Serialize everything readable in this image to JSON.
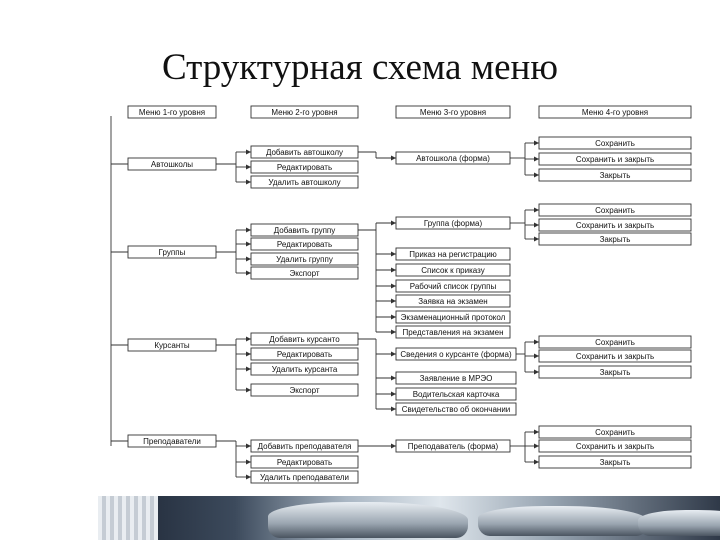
{
  "title": "Структурная схема меню",
  "headers": [
    "Меню 1-го уровня",
    "Меню 2-го уровня",
    "Меню 3-го уровня",
    "Меню 4-го уровня"
  ],
  "level1": [
    "Автошколы",
    "Группы",
    "Курсанты",
    "Преподаватели"
  ],
  "level2": {
    "autoschools": [
      "Добавить автошколу",
      "Редактировать",
      "Удалить автошколу"
    ],
    "groups": [
      "Добавить группу",
      "Редактировать",
      "Удалить группу",
      "Экспорт"
    ],
    "students": [
      "Добавить курсанто",
      "Редактировать",
      "Удалить курсанта",
      "Экспорт"
    ],
    "teachers": [
      "Добавить преподавателя",
      "Редактировать",
      "Удалить преподаватели"
    ]
  },
  "level3": {
    "autoschools": [
      "Автошкола (форма)"
    ],
    "groups": [
      "Группа (форма)",
      "Приказ на регистрацию",
      "Список к приказу",
      "Рабочий список группы",
      "Заявка на экзамен",
      "Экзаменационный протокол",
      "Представления на экзамен"
    ],
    "students": [
      "Сведения о курсанте (форма)",
      "Заявление в МРЭО",
      "Водительская карточка",
      "Свидетельство об окончании"
    ],
    "teachers": [
      "Преподаватель (форма)"
    ]
  },
  "level4": {
    "autoschools": [
      "Сохранить",
      "Сохранить и закрыть",
      "Закрыть"
    ],
    "groups": [
      "Сохранить",
      "Сохранить и закрыть",
      "Закрыть"
    ],
    "students": [
      "Сохранить",
      "Сохранить и закрыть",
      "Закрыть"
    ],
    "teachers": [
      "Сохранить",
      "Сохранить и закрыть",
      "Закрыть"
    ]
  }
}
